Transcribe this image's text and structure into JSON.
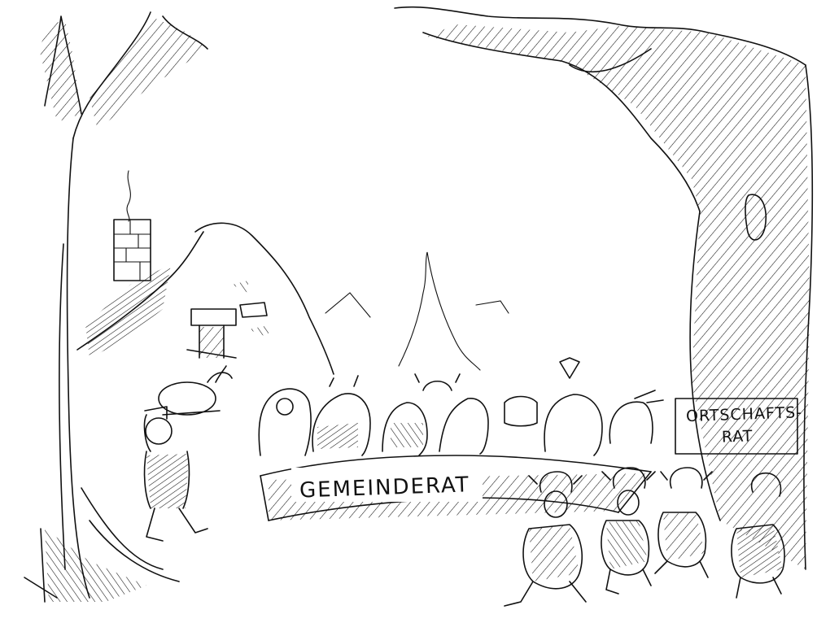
{
  "banner": {
    "text": "GEMEINDERAT"
  },
  "sign": {
    "line1": "ORTSCHAFTS-",
    "line2": "RAT"
  },
  "colors": {
    "ink": "#111111",
    "paper": "#ffffff"
  }
}
